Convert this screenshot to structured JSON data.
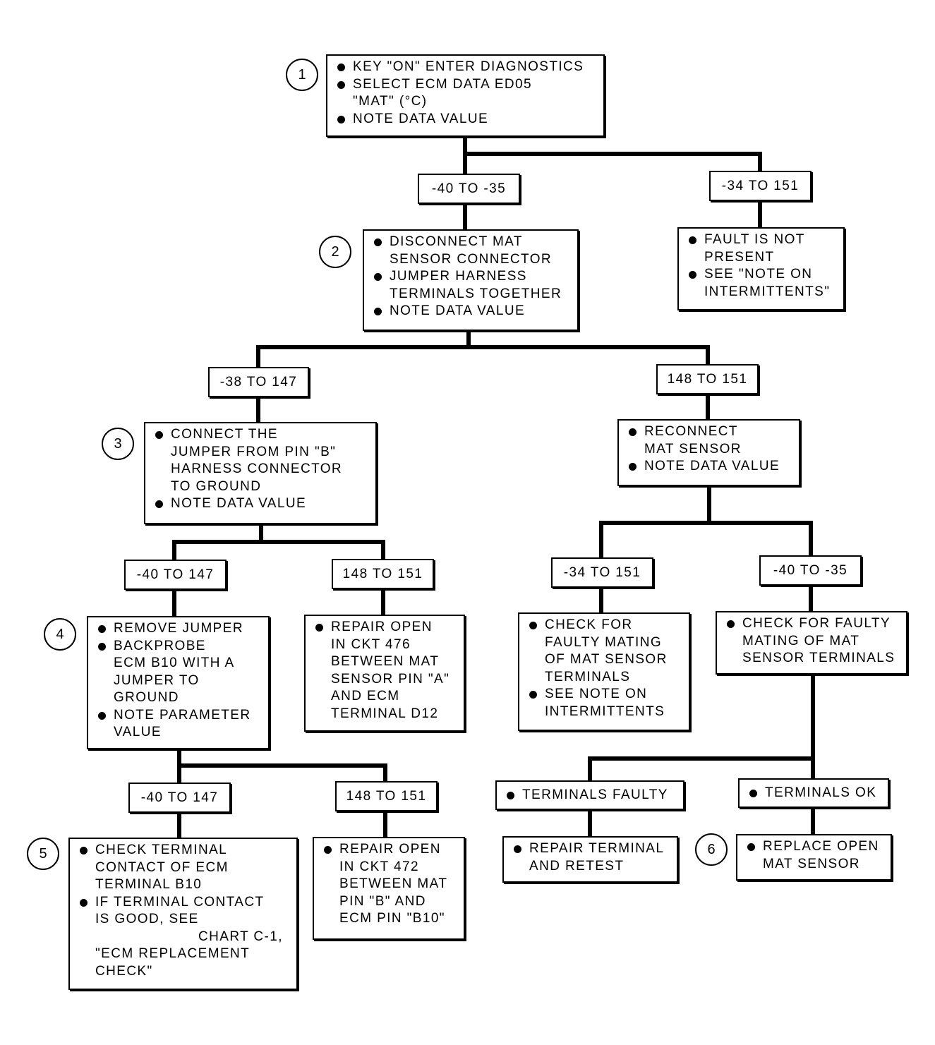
{
  "flowchart": {
    "step_numbers": {
      "s1": "1",
      "s2": "2",
      "s3": "3",
      "s4": "4",
      "s5": "5",
      "s6": "6"
    },
    "step1": {
      "items": [
        [
          "KEY \"ON\" ENTER DIAGNOSTICS"
        ],
        [
          "SELECT ECM DATA ED05",
          "\"MAT\" (°C)"
        ],
        [
          "NOTE DATA VALUE"
        ]
      ]
    },
    "step1_ranges": {
      "left": "-40 TO -35",
      "right": "-34 TO 151"
    },
    "fault_not_present": {
      "items": [
        [
          "FAULT IS NOT",
          "PRESENT"
        ],
        [
          "SEE \"NOTE ON",
          "INTERMITTENTS\""
        ]
      ]
    },
    "step2": {
      "items": [
        [
          "DISCONNECT MAT",
          "SENSOR CONNECTOR"
        ],
        [
          "JUMPER HARNESS",
          "TERMINALS TOGETHER"
        ],
        [
          "NOTE DATA VALUE"
        ]
      ]
    },
    "step2_ranges": {
      "left": "-38 TO 147",
      "right": "148 TO 151"
    },
    "step3": {
      "items": [
        [
          "CONNECT THE",
          "JUMPER FROM PIN \"B\"",
          "HARNESS  CONNECTOR",
          "TO GROUND"
        ],
        [
          "NOTE DATA VALUE"
        ]
      ]
    },
    "reconnect": {
      "items": [
        [
          "RECONNECT",
          "MAT SENSOR"
        ],
        [
          "NOTE DATA VALUE"
        ]
      ]
    },
    "step3_ranges": {
      "left": "-40 TO 147",
      "right": "148 TO 151"
    },
    "reconnect_ranges": {
      "left": "-34 TO 151",
      "right": "-40 TO -35"
    },
    "step4": {
      "items": [
        [
          "REMOVE JUMPER"
        ],
        [
          "BACKPROBE",
          "ECM B10 WITH A",
          "JUMPER TO",
          "GROUND"
        ],
        [
          "NOTE PARAMETER",
          "VALUE"
        ]
      ]
    },
    "repair_476": {
      "items": [
        [
          "REPAIR OPEN",
          "IN CKT 476",
          "BETWEEN MAT",
          "SENSOR PIN \"A\"",
          "AND ECM",
          "TERMINAL D12"
        ]
      ]
    },
    "check_mating": {
      "items": [
        [
          "CHECK FOR",
          "FAULTY MATING",
          "OF MAT SENSOR",
          "TERMINALS"
        ],
        [
          "SEE NOTE ON",
          "INTERMITTENTS"
        ]
      ]
    },
    "check_faulty_mating": {
      "items": [
        [
          "CHECK FOR FAULTY",
          "MATING OF MAT",
          "SENSOR TERMINALS"
        ]
      ]
    },
    "step4_ranges": {
      "left": "-40 TO 147",
      "right": "148 TO 151"
    },
    "terminals_faulty": {
      "items": [
        [
          "TERMINALS FAULTY"
        ]
      ]
    },
    "terminals_ok": {
      "items": [
        [
          "TERMINALS OK"
        ]
      ]
    },
    "step5": {
      "items": [
        [
          "CHECK TERMINAL",
          "CONTACT OF ECM",
          "TERMINAL B10"
        ],
        [
          "IF TERMINAL CONTACT",
          "IS GOOD, SEE"
        ]
      ],
      "extra_lines": [
        "CHART C-1,",
        "\"ECM REPLACEMENT",
        "CHECK\""
      ]
    },
    "repair_472": {
      "items": [
        [
          "REPAIR OPEN",
          "IN CKT 472",
          "BETWEEN MAT",
          "PIN \"B\" AND",
          "ECM PIN \"B10\""
        ]
      ]
    },
    "repair_terminal": {
      "items": [
        [
          "REPAIR TERMINAL",
          "AND RETEST"
        ]
      ]
    },
    "step6": {
      "items": [
        [
          "REPLACE OPEN",
          "MAT SENSOR"
        ]
      ]
    }
  }
}
